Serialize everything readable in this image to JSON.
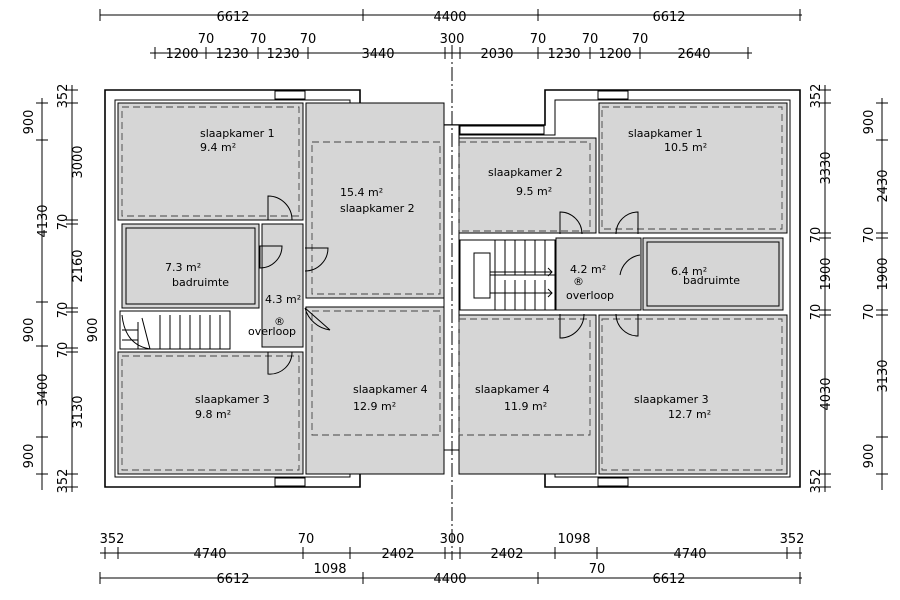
{
  "dims": {
    "top_row1": [
      "6612",
      "4400",
      "6612"
    ],
    "top_row2": [
      "1200",
      "70",
      "1230",
      "70",
      "1230",
      "70",
      "3440",
      "300",
      "2030",
      "70",
      "1230",
      "70",
      "1200",
      "70",
      "2640"
    ],
    "bottom_row1": [
      "352",
      "4740",
      "70",
      "2402",
      "300",
      "2402",
      "1098",
      "4740",
      "352"
    ],
    "bottom_row2": [
      "6612",
      "1098",
      "4400",
      "70",
      "6612"
    ],
    "left_outer": [
      "900",
      "4130",
      "900",
      "3400",
      "900"
    ],
    "left_inner": [
      "352",
      "3000",
      "70",
      "2160",
      "70",
      "70",
      "3130",
      "352"
    ],
    "left_mid": "900",
    "right_inner": [
      "352",
      "3330",
      "70",
      "1900",
      "70",
      "4030",
      "352"
    ],
    "right_outer": [
      "900",
      "2430",
      "70",
      "1900",
      "70",
      "3130",
      "900"
    ]
  },
  "rooms": {
    "l_bed1": {
      "name": "slaapkamer 1",
      "area": "9.4 m²"
    },
    "l_bath": {
      "area": "7.3 m²",
      "name": "badruimte"
    },
    "l_bed2": {
      "area": "15.4 m²",
      "name": "slaapkamer 2"
    },
    "l_landing": {
      "area": "4.3 m²",
      "symbol": "®",
      "name": "overloop"
    },
    "l_bed3": {
      "name": "slaapkamer 3",
      "area": "9.8 m²"
    },
    "l_bed4": {
      "name": "slaapkamer 4",
      "area": "12.9 m²"
    },
    "r_bed2": {
      "name": "slaapkamer 2",
      "area": "9.5 m²"
    },
    "r_bed1": {
      "name": "slaapkamer 1",
      "area": "10.5 m²"
    },
    "r_landing": {
      "area": "4.2 m²",
      "symbol": "®",
      "name": "overloop"
    },
    "r_bath": {
      "area": "6.4 m²",
      "name": "badruimte"
    },
    "r_bed4": {
      "name": "slaapkamer 4",
      "area": "11.9 m²"
    },
    "r_bed3": {
      "name": "slaapkamer 3",
      "area": "12.7 m²"
    }
  }
}
